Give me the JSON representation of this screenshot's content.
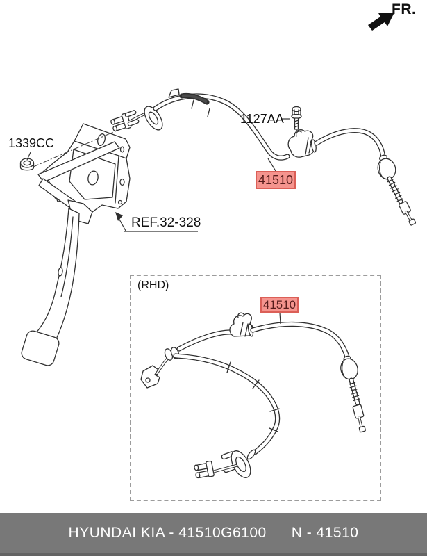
{
  "orientation": {
    "fr_label": "FR."
  },
  "callouts": {
    "bolt_label": "1127AA",
    "nut_label": "1339CC",
    "ref_label": "REF.32-328",
    "rhd_label": "(RHD)",
    "part_number_main": "41510",
    "part_number_rhd": "41510"
  },
  "footer": {
    "catalog_code": "HYUNDAI KIA - 41510G6100",
    "part_ref": "N - 41510"
  },
  "colors": {
    "highlight_fill": "#f5948e",
    "highlight_border": "#db5f57",
    "highlight_text": "#571c1b",
    "footer_bg": "#787878",
    "footer_text": "#ffffff",
    "line": "#2f2f2f"
  }
}
